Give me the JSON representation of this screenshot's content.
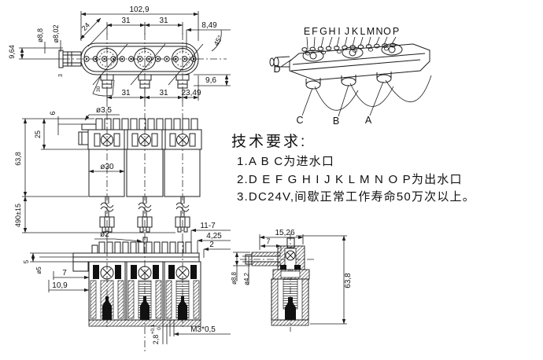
{
  "drawing_title": "solenoid-valve-manifold-drawing",
  "notes": {
    "title": "技术要求:",
    "item1": "1.A B C为进水口",
    "item2": "2.D E F G H I J K L M N O P为出水口",
    "item3": "3.DC24V,间歇正常工作寿命50万次以上。"
  },
  "top_view": {
    "dims": {
      "overall": "102,9",
      "pitch1": "31",
      "pitch2": "31",
      "corner": "8,49",
      "angle": "45°",
      "slot": "24",
      "left_h": "9,64",
      "tube_od": "ø8,8",
      "tube_id": "ø8,02",
      "tube_len": "3",
      "right_h": "9,6",
      "b1": "31",
      "b2": "31",
      "b3": "23,49",
      "port_angle": "30"
    }
  },
  "front_view": {
    "dims": {
      "step": "6",
      "hole": "ø3,5",
      "upper": "25",
      "height": "63,8",
      "coil": "ø30",
      "wire": "490±15"
    }
  },
  "section_view": {
    "dims": {
      "pin": "ø2",
      "fins": "11-7",
      "fin_h": "4,25",
      "fin_t": "2",
      "plate": "5",
      "bore": "ø5",
      "d7": "7",
      "d109": "10,9",
      "gap": "2,8",
      "gap_tol_up": "+0,1",
      "gap_tol_dn": "0",
      "thread": "M3*0,5"
    }
  },
  "side_view": {
    "dims": {
      "width": "15,26",
      "d7": "7",
      "od": "ø8,8",
      "id": "ø4,2",
      "height": "63,8"
    }
  },
  "iso_view": {
    "top_labels": [
      "E",
      "F",
      "G",
      "H",
      "I",
      "J",
      "K",
      "L",
      "M",
      "N",
      "O",
      "P"
    ],
    "left_label": "D",
    "bottom_labels": [
      "C",
      "B",
      "A"
    ]
  },
  "colors": {
    "line": "#1d1d1d",
    "background": "#ffffff"
  }
}
